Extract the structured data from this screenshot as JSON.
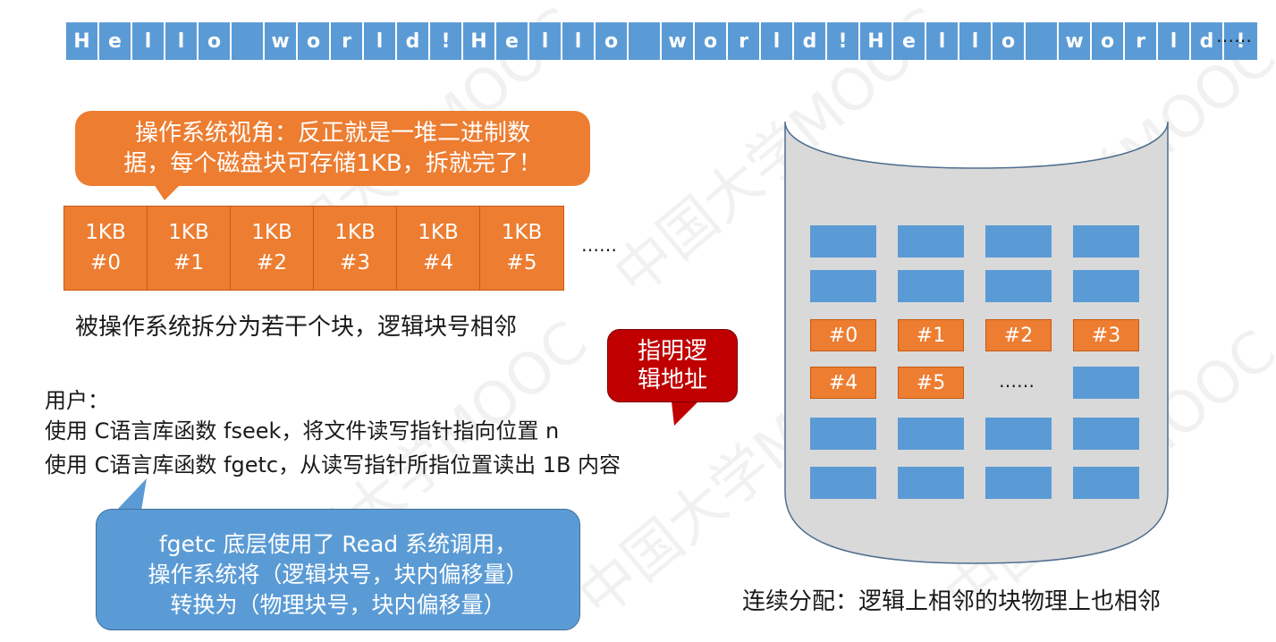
{
  "char_strip": [
    "H",
    "e",
    "l",
    "l",
    "o",
    " ",
    "w",
    "o",
    "r",
    "l",
    "d",
    "!",
    "H",
    "e",
    "l",
    "l",
    "o",
    " ",
    "w",
    "o",
    "r",
    "l",
    "d",
    "!",
    "H",
    "e",
    "l",
    "l",
    "o",
    " ",
    "w",
    "o",
    "r",
    "l",
    "d",
    "!"
  ],
  "strip_ellipsis": "……",
  "os_callout": {
    "line1": "操作系统视角：反正就是一堆二进制数",
    "line2": "据，每个磁盘块可存储1KB，拆就完了！"
  },
  "blocks": [
    {
      "size": "1KB",
      "id": "#0"
    },
    {
      "size": "1KB",
      "id": "#1"
    },
    {
      "size": "1KB",
      "id": "#2"
    },
    {
      "size": "1KB",
      "id": "#3"
    },
    {
      "size": "1KB",
      "id": "#4"
    },
    {
      "size": "1KB",
      "id": "#5"
    }
  ],
  "block_ellipsis": "……",
  "split_caption": "被操作系统拆分为若干个块，逻辑块号相邻",
  "red_callout": {
    "line1": "指明逻",
    "line2": "辑地址"
  },
  "user": {
    "label": "用户：",
    "line1": "使用 C语言库函数 fseek，将文件读写指针指向位置 n",
    "line2": "使用 C语言库函数 fgetc，从读写指针所指位置读出 1B 内容"
  },
  "read_callout": {
    "line1": "fgetc 底层使用了 Read 系统调用，",
    "line2": "操作系统将（逻辑块号，块内偏移量）",
    "line3": "转换为（物理块号，块内偏移量）"
  },
  "disk_used_labels": [
    "#0",
    "#1",
    "#2",
    "#3",
    "#4",
    "#5"
  ],
  "grid_ellipsis": "……",
  "contig_caption": "连续分配：逻辑上相邻的块物理上也相邻",
  "watermark": "中国大学MOOC",
  "colors": {
    "blue": "#5b9bd5",
    "orange": "#ed7d31",
    "red": "#c00000",
    "disk": "#d9d9d9"
  }
}
